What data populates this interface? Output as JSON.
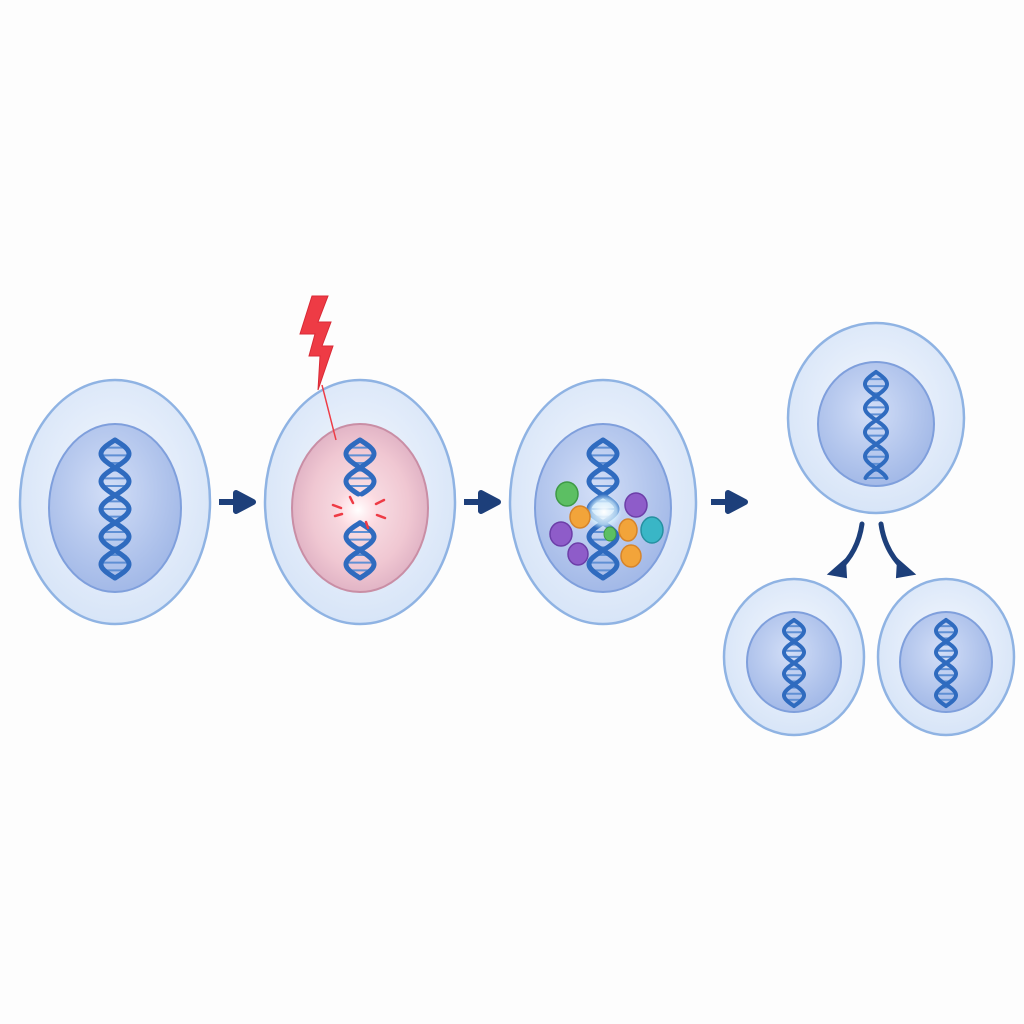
{
  "diagram": {
    "stages": [
      {
        "id": "healthy-cell",
        "icons": [
          "dna-helix-icon"
        ]
      },
      {
        "id": "damaged-cell",
        "icons": [
          "lightning-bolt-icon",
          "dna-break-icon"
        ]
      },
      {
        "id": "repair-cell",
        "icons": [
          "repair-proteins-icon",
          "dna-helix-icon"
        ]
      },
      {
        "id": "repaired-cell",
        "icons": [
          "dna-helix-icon"
        ]
      },
      {
        "id": "daughter-cell-left",
        "icons": [
          "dna-helix-icon"
        ]
      },
      {
        "id": "daughter-cell-right",
        "icons": [
          "dna-helix-icon"
        ]
      }
    ],
    "colors": {
      "background": "#fdfdfd",
      "cell_fill": "#e6effb",
      "cell_stroke": "#8fb3e3",
      "nucleus_fill": "#b7c9ef",
      "nucleus_stroke": "#7f9fdc",
      "damaged_nucleus_fill": "#efc7d3",
      "damaged_nucleus_stroke": "#c98ea5",
      "dna": "#2f6bbf",
      "dna_rungs": "#5f8fd4",
      "arrow": "#1d3f7a",
      "lightning": "#ee3b45",
      "protein_green": "#5cbf63",
      "protein_purple": "#8e5cc9",
      "protein_orange": "#f2a43a",
      "protein_teal": "#39b6c6"
    }
  }
}
